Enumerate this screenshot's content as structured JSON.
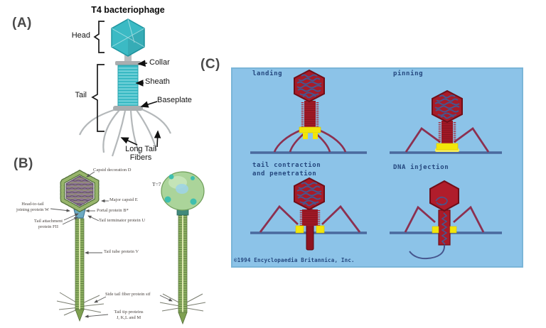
{
  "panel_a": {
    "id_label": "(A)",
    "title": "T4 bacteriophage",
    "labels": {
      "head": "Head",
      "collar": "Collar",
      "sheath": "Sheath",
      "tail": "Tail",
      "baseplate": "Baseplate",
      "long_tail_fibers": "Long Tail\nFibers"
    },
    "colors": {
      "capsid_teal": "#3bbac4",
      "structure_gray": "#a9adaf"
    }
  },
  "panel_b": {
    "id_label": "(B)",
    "t_number": "T=7",
    "annotations": [
      "Capsid decoration D",
      "Major capsid E",
      "Head-to-tail\njoining protein W",
      "Portal protein B*",
      "Tail attachment\nprotein FII",
      "Tail terminator protein U",
      "Tail tube protein V",
      "Side tail fiber protein stf",
      "Tail tip proteins\nJ, K,L and M"
    ],
    "colors": {
      "tail_green": "#8fb363",
      "capsid_interior": "#8d7790",
      "sphere_green": "#abd49a",
      "spot_teal": "#3fbfae"
    }
  },
  "panel_c": {
    "id_label": "(C)",
    "steps": [
      "landing",
      "pinning",
      "tail contraction\nand penetration",
      "DNA injection"
    ],
    "copyright": "©1994 Encyclopaedia Britannica, Inc.",
    "colors": {
      "background": "#8cc3e8",
      "phage_red": "#a81b28",
      "dna_blue": "#46568e",
      "baseplate_yellow": "#f2e60a",
      "membrane_blue": "#4a699e",
      "label_text": "#24477e"
    }
  }
}
